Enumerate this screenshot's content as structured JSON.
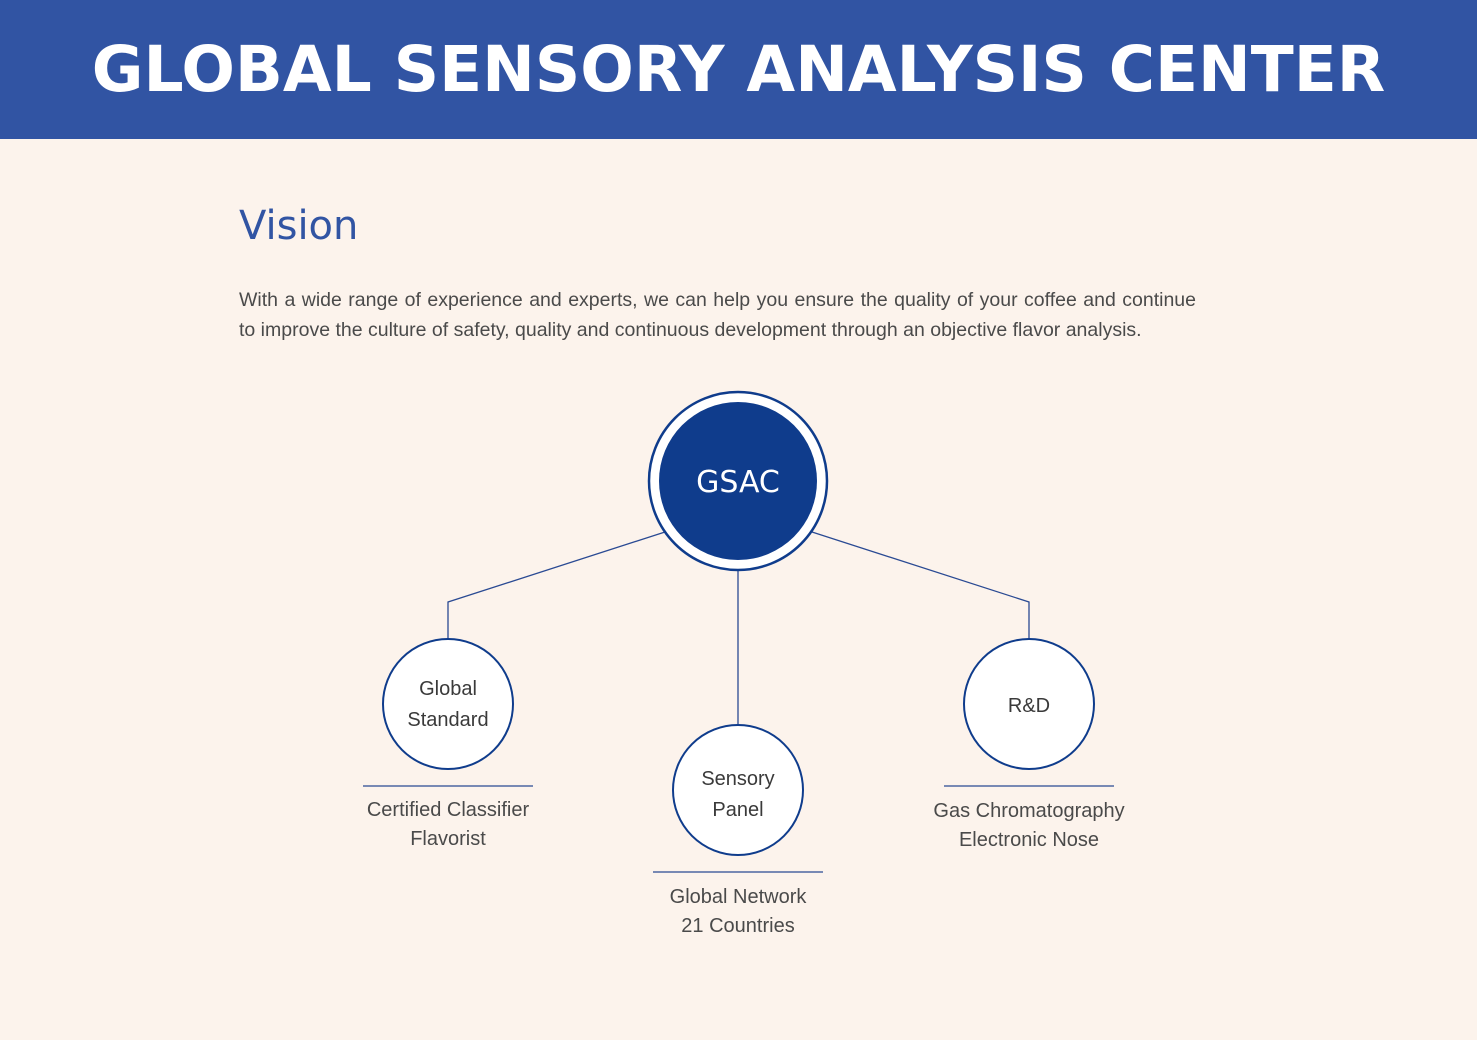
{
  "header": {
    "title": "GLOBAL SENSORY ANALYSIS CENTER"
  },
  "vision": {
    "heading": "Vision",
    "body": "With a wide range of experience and experts, we can help you ensure the quality of your coffee and continue to improve the culture of safety, quality and continuous development through an objective flavor analysis."
  },
  "diagram": {
    "center": {
      "label": "GSAC"
    },
    "nodes": [
      {
        "label_lines": [
          "Global",
          "Standard"
        ],
        "caption_lines": [
          "Certified Classifier",
          "Flavorist"
        ]
      },
      {
        "label_lines": [
          "Sensory",
          "Panel"
        ],
        "caption_lines": [
          "Global Network",
          "21 Countries"
        ]
      },
      {
        "label_lines": [
          "R&D"
        ],
        "caption_lines": [
          "Gas Chromatography",
          "Electronic Nose"
        ]
      }
    ]
  },
  "colors": {
    "brand_blue": "#3154a3",
    "dark_navy": "#0f3c8c",
    "background": "#fcf3ec"
  }
}
